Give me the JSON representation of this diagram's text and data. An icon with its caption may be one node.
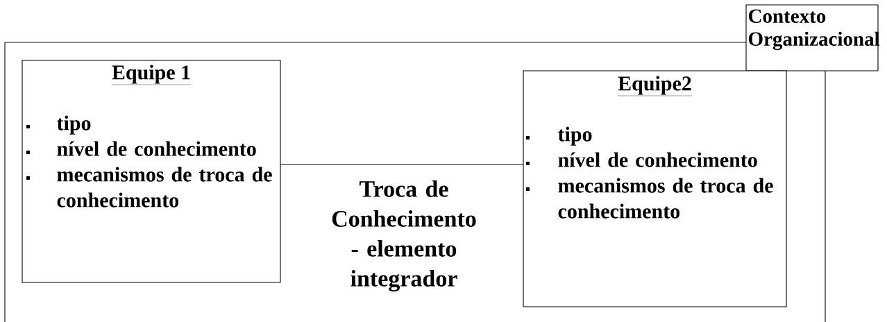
{
  "diagram": {
    "nodes": [
      {
        "text": [
          "Contexto Organizacional"
        ]
      },
      {
        "text": [
          "Equipe 1",
          "tipo",
          "nível de conhecimento",
          "mecanismos de troca de conhecimento"
        ],
        "in": 0
      },
      {
        "text": [
          "Equipe2",
          "tipo",
          "nível de conhecimento",
          "mecanismos de troca de conhecimento"
        ],
        "in": 0
      }
    ],
    "edges": [
      {
        "from": 1,
        "to": 2,
        "arrow": "none",
        "label": "Troca de Conhecimento - elemento integrador"
      }
    ]
  }
}
